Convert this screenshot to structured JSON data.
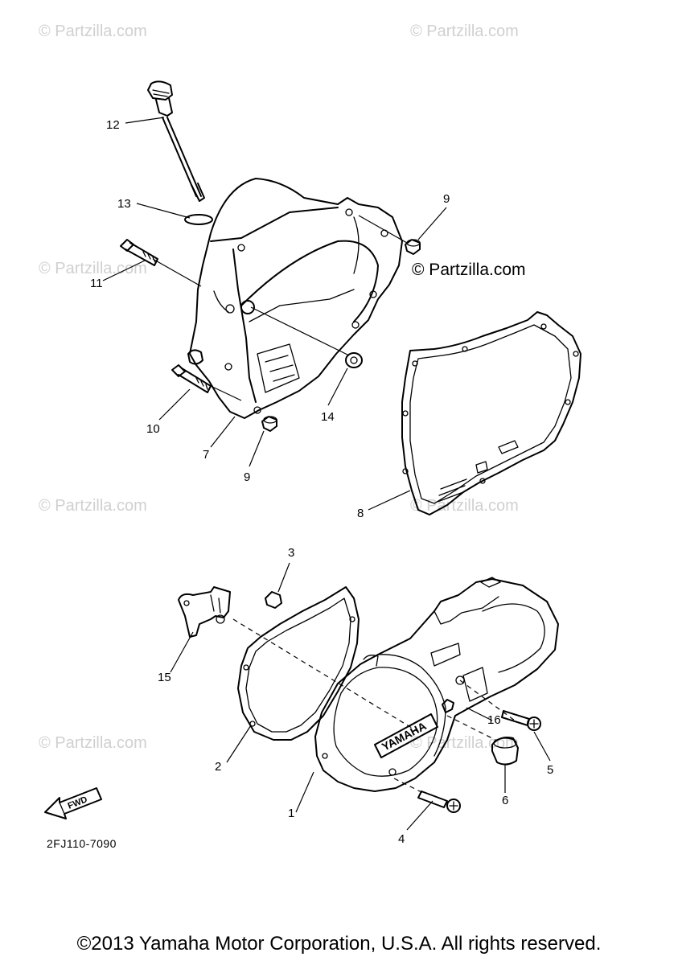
{
  "watermark": "© Partzilla.com",
  "logo_text": "YAMAHA",
  "fwd_text": "FWD",
  "diagram_code": "2FJ110-7090",
  "copyright": "©2013 Yamaha Motor Corporation, U.S.A. All rights reserved.",
  "callouts": {
    "c1": "1",
    "c2": "2",
    "c3": "3",
    "c4": "4",
    "c5": "5",
    "c6": "6",
    "c7": "7",
    "c8": "8",
    "c9a": "9",
    "c9b": "9",
    "c10": "10",
    "c11": "11",
    "c12": "12",
    "c13": "13",
    "c14": "14",
    "c15": "15",
    "c16": "16"
  }
}
